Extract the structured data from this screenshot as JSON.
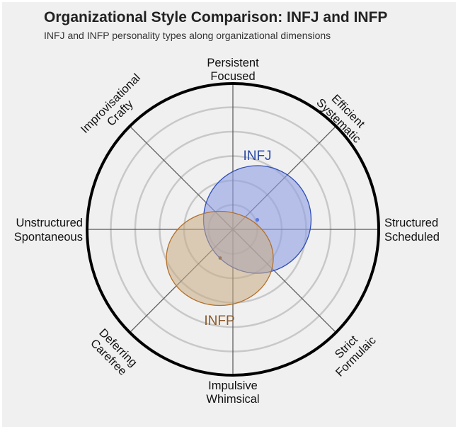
{
  "header": {
    "title": "Organizational Style Comparison: INFJ and INFP",
    "subtitle": "INFJ and INFP personality types along organizational dimensions"
  },
  "axes": [
    {
      "id": "top",
      "line1": "Persistent",
      "line2": "Focused"
    },
    {
      "id": "top-right",
      "line1": "Efficient",
      "line2": "Systematic"
    },
    {
      "id": "right",
      "line1": "Structured",
      "line2": "Scheduled"
    },
    {
      "id": "bottom-right",
      "line1": "Strict",
      "line2": "Formulaic"
    },
    {
      "id": "bottom",
      "line1": "Impulsive",
      "line2": "Whimsical"
    },
    {
      "id": "bottom-left",
      "line1": "Deferring",
      "line2": "Carefree"
    },
    {
      "id": "left",
      "line1": "Unstructured",
      "line2": "Spontaneous"
    },
    {
      "id": "top-left",
      "line1": "Improvisational",
      "line2": "Crafty"
    }
  ],
  "series": [
    {
      "name": "INFJ",
      "label": "INFJ",
      "color": "#2f4fb5",
      "fill": "#8f9fe3",
      "label_color": "#2b4aa8"
    },
    {
      "name": "INFP",
      "label": "INFP",
      "color": "#b3702a",
      "fill": "#c9ab84",
      "label_color": "#8b5a2b"
    }
  ],
  "chart_data": {
    "type": "radial-scatter",
    "title": "Organizational Style Comparison: INFJ and INFP",
    "subtitle": "INFJ and INFP personality types along organizational dimensions",
    "axes_directions": [
      "Persistent / Focused (up)",
      "Efficient / Systematic (up-right)",
      "Structured / Scheduled (right)",
      "Strict / Formulaic (down-right)",
      "Impulsive / Whimsical (down)",
      "Deferring / Carefree (down-left)",
      "Unstructured / Spontaneous (left)",
      "Improvisational / Crafty (up-left)"
    ],
    "radial_rings": 6,
    "radius_range": [
      0,
      6
    ],
    "grid": true,
    "series": [
      {
        "name": "INFJ",
        "center_x": 1.0,
        "center_y": 0.4,
        "spread_x": 2.2,
        "spread_y": 2.25,
        "shape": "circle"
      },
      {
        "name": "INFP",
        "center_x": -0.55,
        "center_y": -1.2,
        "spread_x": 2.2,
        "spread_y": 1.95,
        "shape": "ellipse"
      }
    ],
    "legend": "inline labels (INFJ above blue circle, INFP below tan ellipse)"
  }
}
